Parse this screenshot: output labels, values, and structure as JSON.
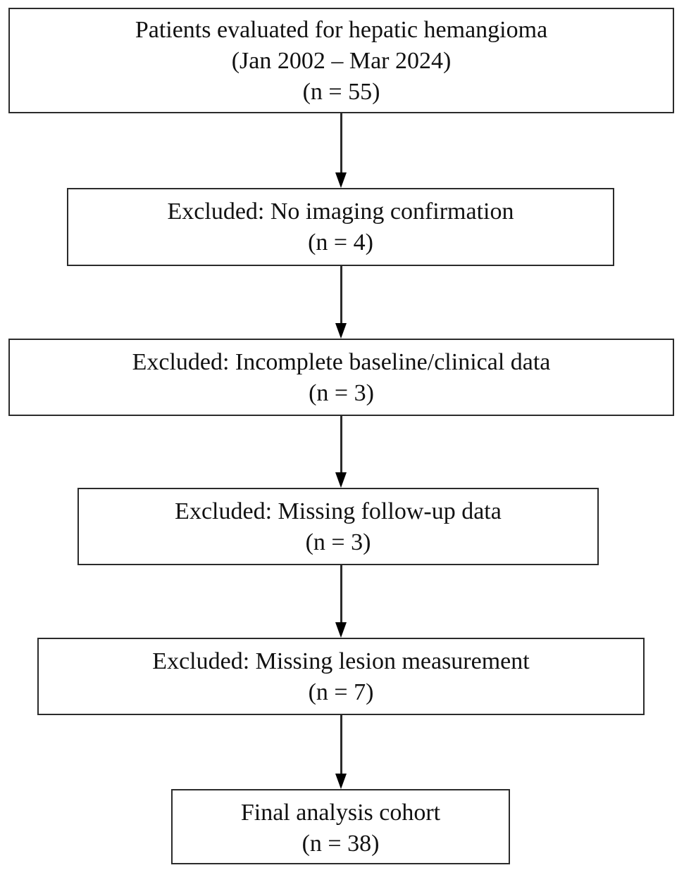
{
  "diagram": {
    "type": "flowchart",
    "orientation": "top-to-bottom",
    "title": "",
    "colors": {
      "box_border": "#2b2b2b",
      "box_fill": "#ffffff",
      "text": "#111111",
      "arrow": "#000000",
      "background": "#ffffff"
    },
    "nodes": [
      {
        "id": "evaluated",
        "lines": [
          "Patients evaluated for hepatic hemangioma",
          "(Jan 2002 – Mar 2024)",
          "(n = 55)"
        ],
        "count": 55
      },
      {
        "id": "excluded-no-imaging",
        "lines": [
          "Excluded: No imaging confirmation",
          "(n = 4)"
        ],
        "count": 4
      },
      {
        "id": "excluded-incomplete-baseline",
        "lines": [
          "Excluded: Incomplete baseline/clinical data",
          "(n = 3)"
        ],
        "count": 3
      },
      {
        "id": "excluded-missing-followup",
        "lines": [
          "Excluded: Missing follow-up data",
          "(n = 3)"
        ],
        "count": 3
      },
      {
        "id": "excluded-missing-lesion",
        "lines": [
          "Excluded: Missing lesion measurement",
          "(n = 7)"
        ],
        "count": 7
      },
      {
        "id": "final-cohort",
        "lines": [
          "Final analysis cohort",
          "(n = 38)"
        ],
        "count": 38
      }
    ],
    "edges": [
      {
        "from": "evaluated",
        "to": "excluded-no-imaging",
        "label": ""
      },
      {
        "from": "excluded-no-imaging",
        "to": "excluded-incomplete-baseline",
        "label": ""
      },
      {
        "from": "excluded-incomplete-baseline",
        "to": "excluded-missing-followup",
        "label": ""
      },
      {
        "from": "excluded-missing-followup",
        "to": "excluded-missing-lesion",
        "label": ""
      },
      {
        "from": "excluded-missing-lesion",
        "to": "final-cohort",
        "label": ""
      }
    ]
  }
}
